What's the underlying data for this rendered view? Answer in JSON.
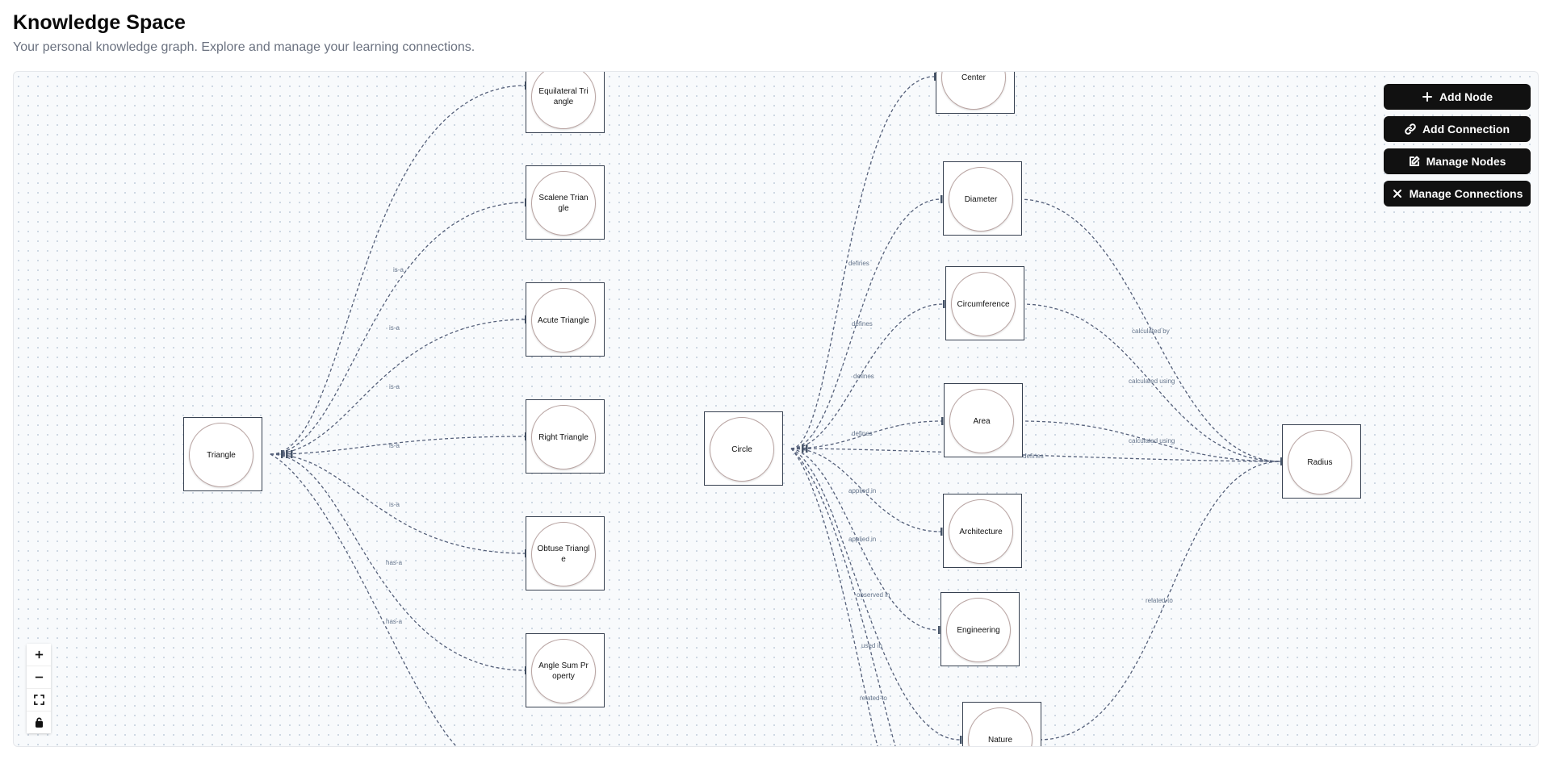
{
  "page": {
    "title": "Knowledge Space",
    "subtitle": "Your personal knowledge graph. Explore and manage your learning connections."
  },
  "toolbar": {
    "add_node": "Add Node",
    "add_connection": "Add Connection",
    "manage_nodes": "Manage Nodes",
    "manage_connections": "Manage Connections"
  },
  "nodes": {
    "triangle": "Triangle",
    "equilateral": "Equilateral Triangle",
    "scalene": "Scalene Triangle",
    "acute": "Acute Triangle",
    "right": "Right Triangle",
    "obtuse": "Obtuse Triangle",
    "angle_sum": "Angle Sum Property",
    "circle": "Circle",
    "center": "Center",
    "diameter": "Diameter",
    "circumference": "Circumference",
    "area": "Area",
    "architecture": "Architecture",
    "engineering": "Engineering",
    "nature": "Nature",
    "radius": "Radius"
  },
  "edge_labels": {
    "is_a": "is-a",
    "has_a": "has-a",
    "defines": "defines",
    "applied_in": "applied in",
    "observed_in": "observed in",
    "used_in": "used in",
    "related_to": "related-to",
    "calculated_by": "calculated by",
    "calculated_using": "calculated using"
  },
  "colors": {
    "button_bg": "#111111",
    "edge": "#55607a",
    "node_ring": "#b9a4a2"
  },
  "controls": [
    "zoom-in",
    "zoom-out",
    "fit-view",
    "lock"
  ]
}
